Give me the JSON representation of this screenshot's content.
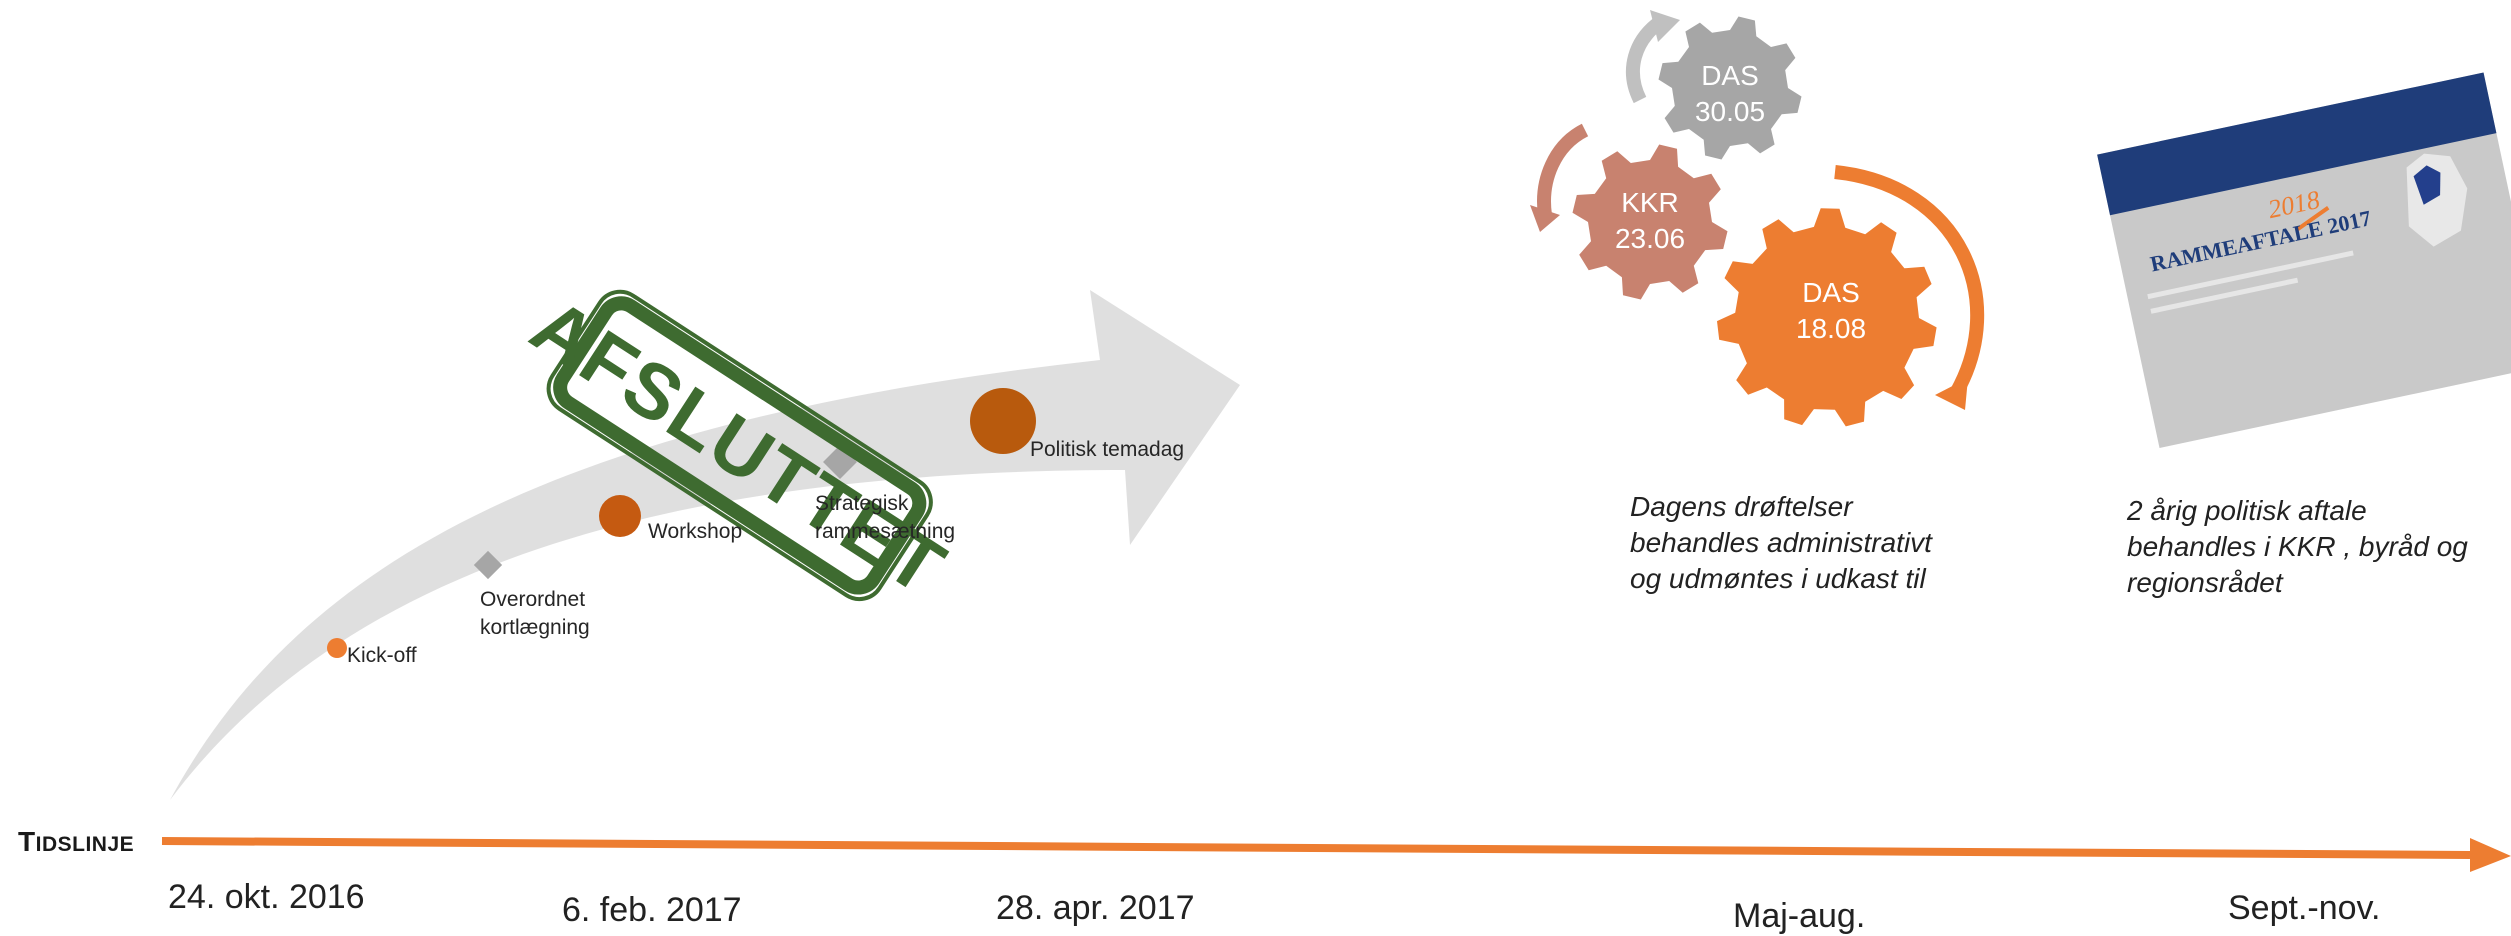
{
  "timeline": {
    "label_big": "T",
    "label_small": "IDSLINJE",
    "color": "#ed7d31"
  },
  "milestones": [
    {
      "label": "Kick-off",
      "shape": "circle",
      "color": "#ed7d31"
    },
    {
      "label": "Overordnet\nkortlægning",
      "shape": "diamond",
      "color": "#a6a6a6"
    },
    {
      "label": "Workshop",
      "shape": "circle",
      "color": "#c55a11"
    },
    {
      "label": "Strategisk\nrammesætning",
      "shape": "diamond",
      "color": "#a6a6a6"
    },
    {
      "label": "Politisk temadag",
      "shape": "circle",
      "color": "#b85a0d"
    }
  ],
  "stamp": {
    "text": "AFSLUTTET",
    "color": "#3e6b30"
  },
  "dates": {
    "d1": "24. okt. 2016",
    "d2": "6. feb. 2017",
    "d3": "28. apr. 2017",
    "d4": "Maj-aug.",
    "d5": "Sept.-nov."
  },
  "gears": [
    {
      "line1": "DAS",
      "line2": "30.05",
      "color": "#a6a6a6"
    },
    {
      "line1": "KKR",
      "line2": "23.06",
      "color": "#c8826f"
    },
    {
      "line1": "DAS",
      "line2": "18.08",
      "color": "#ed7d31"
    }
  ],
  "notes": {
    "gears_note": "Dagens drøftelser\nbehandles administrativt\nog udmøntes i udkast til",
    "doc_note": "2 årig politisk aftale\nbehandles i KKR , byråd og\nregionsrådet"
  },
  "document": {
    "title": "RAMMEAFTALE 2017",
    "year_new": "2018",
    "header_color": "#1f3d7a"
  }
}
